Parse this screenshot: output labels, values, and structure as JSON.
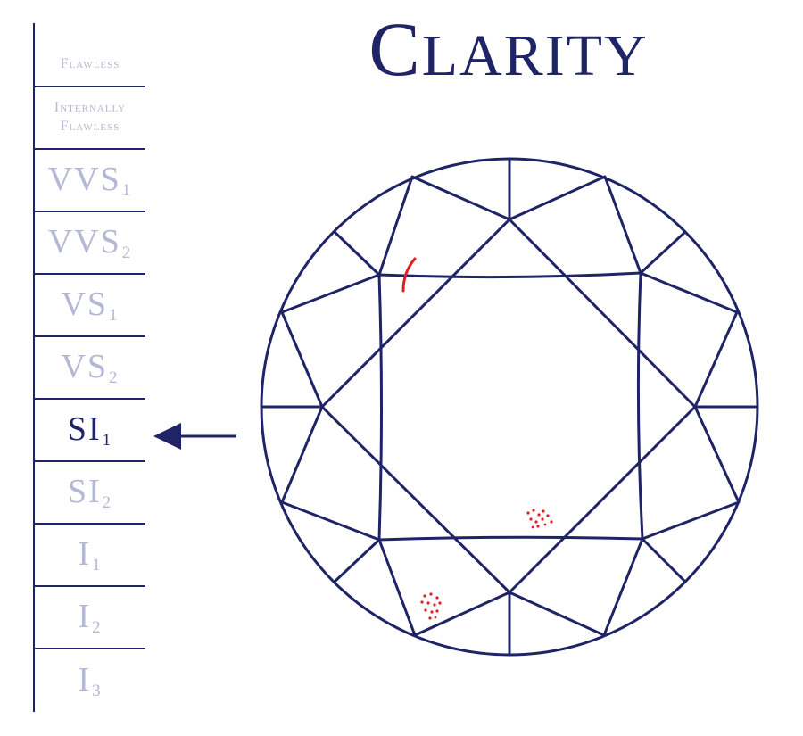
{
  "title": {
    "first_letter": "C",
    "rest": "LARITY"
  },
  "scale": {
    "grades": [
      {
        "label": "Flawless",
        "sub": "",
        "style": "small"
      },
      {
        "label": "Internally Flawless",
        "sub": "",
        "style": "small"
      },
      {
        "label": "VVS",
        "sub": "1",
        "style": "big"
      },
      {
        "label": "VVS",
        "sub": "2",
        "style": "big"
      },
      {
        "label": "VS",
        "sub": "1",
        "style": "big"
      },
      {
        "label": "VS",
        "sub": "2",
        "style": "big"
      },
      {
        "label": "SI",
        "sub": "1",
        "style": "big",
        "active": true
      },
      {
        "label": "SI",
        "sub": "2",
        "style": "big"
      },
      {
        "label": "I",
        "sub": "1",
        "style": "big"
      },
      {
        "label": "I",
        "sub": "2",
        "style": "big"
      },
      {
        "label": "I",
        "sub": "3",
        "style": "big"
      }
    ]
  },
  "arrow": {
    "points_to": "SI1",
    "icon": "left-arrow-icon"
  },
  "diamond": {
    "icon": "round-brilliant-diamond-icon",
    "inclusions": [
      "feather-inclusion",
      "pinpoint-cluster",
      "pinpoint-cluster"
    ]
  },
  "colors": {
    "primary": "#1f2466",
    "inactive": "#b4b8d4",
    "inclusion": "#e02020"
  }
}
